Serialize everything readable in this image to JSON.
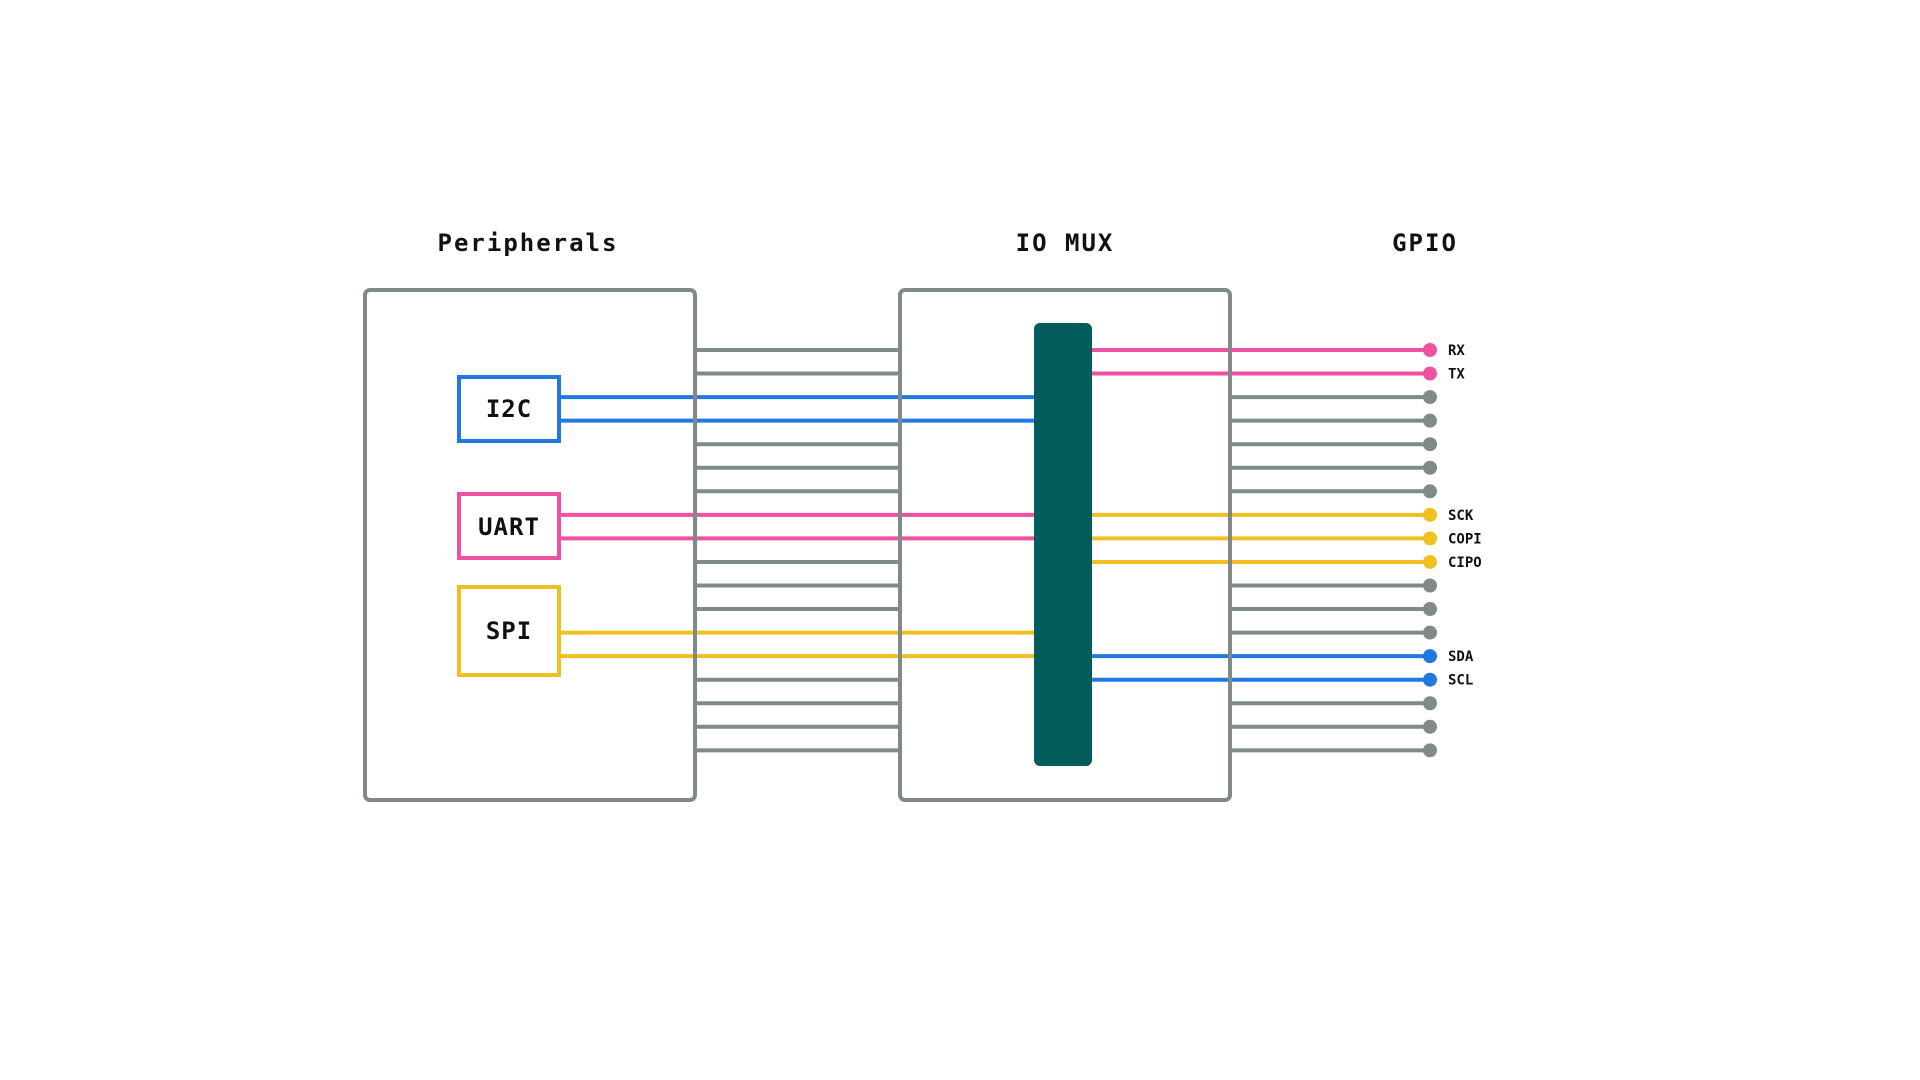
{
  "colors": {
    "grey": "#7f8a89",
    "blue": "#2178e0",
    "pink": "#f050a0",
    "yellow": "#f0c020",
    "mux": "#035c5c"
  },
  "sections": {
    "peripherals": "Peripherals",
    "iomux": "IO MUX",
    "gpio": "GPIO"
  },
  "blocks": [
    {
      "id": "i2c",
      "label": "I2C",
      "color": "blue"
    },
    {
      "id": "uart",
      "label": "UART",
      "color": "pink"
    },
    {
      "id": "spi",
      "label": "SPI",
      "color": "yellow"
    }
  ],
  "gpio_pins": [
    {
      "label": "RX",
      "color": "pink"
    },
    {
      "label": "TX",
      "color": "pink"
    },
    {
      "label": "",
      "color": "grey"
    },
    {
      "label": "",
      "color": "grey"
    },
    {
      "label": "",
      "color": "grey"
    },
    {
      "label": "",
      "color": "grey"
    },
    {
      "label": "",
      "color": "grey"
    },
    {
      "label": "SCK",
      "color": "yellow"
    },
    {
      "label": "COPI",
      "color": "yellow"
    },
    {
      "label": "CIPO",
      "color": "yellow"
    },
    {
      "label": "",
      "color": "grey"
    },
    {
      "label": "",
      "color": "grey"
    },
    {
      "label": "",
      "color": "grey"
    },
    {
      "label": "SDA",
      "color": "blue"
    },
    {
      "label": "SCL",
      "color": "blue"
    },
    {
      "label": "",
      "color": "grey"
    },
    {
      "label": "",
      "color": "grey"
    },
    {
      "label": "",
      "color": "grey"
    }
  ],
  "peripheral_lines": [
    {
      "color": "grey",
      "from": "box"
    },
    {
      "color": "grey",
      "from": "box"
    },
    {
      "color": "blue",
      "from": "i2c"
    },
    {
      "color": "blue",
      "from": "i2c"
    },
    {
      "color": "grey",
      "from": "box"
    },
    {
      "color": "grey",
      "from": "box"
    },
    {
      "color": "grey",
      "from": "box"
    },
    {
      "color": "pink",
      "from": "uart"
    },
    {
      "color": "pink",
      "from": "uart"
    },
    {
      "color": "grey",
      "from": "box"
    },
    {
      "color": "grey",
      "from": "box"
    },
    {
      "color": "grey",
      "from": "box"
    },
    {
      "color": "yellow",
      "from": "spi"
    },
    {
      "color": "yellow",
      "from": "spi"
    },
    {
      "color": "grey",
      "from": "box"
    },
    {
      "color": "grey",
      "from": "box"
    },
    {
      "color": "grey",
      "from": "box"
    },
    {
      "color": "grey",
      "from": "box"
    }
  ]
}
